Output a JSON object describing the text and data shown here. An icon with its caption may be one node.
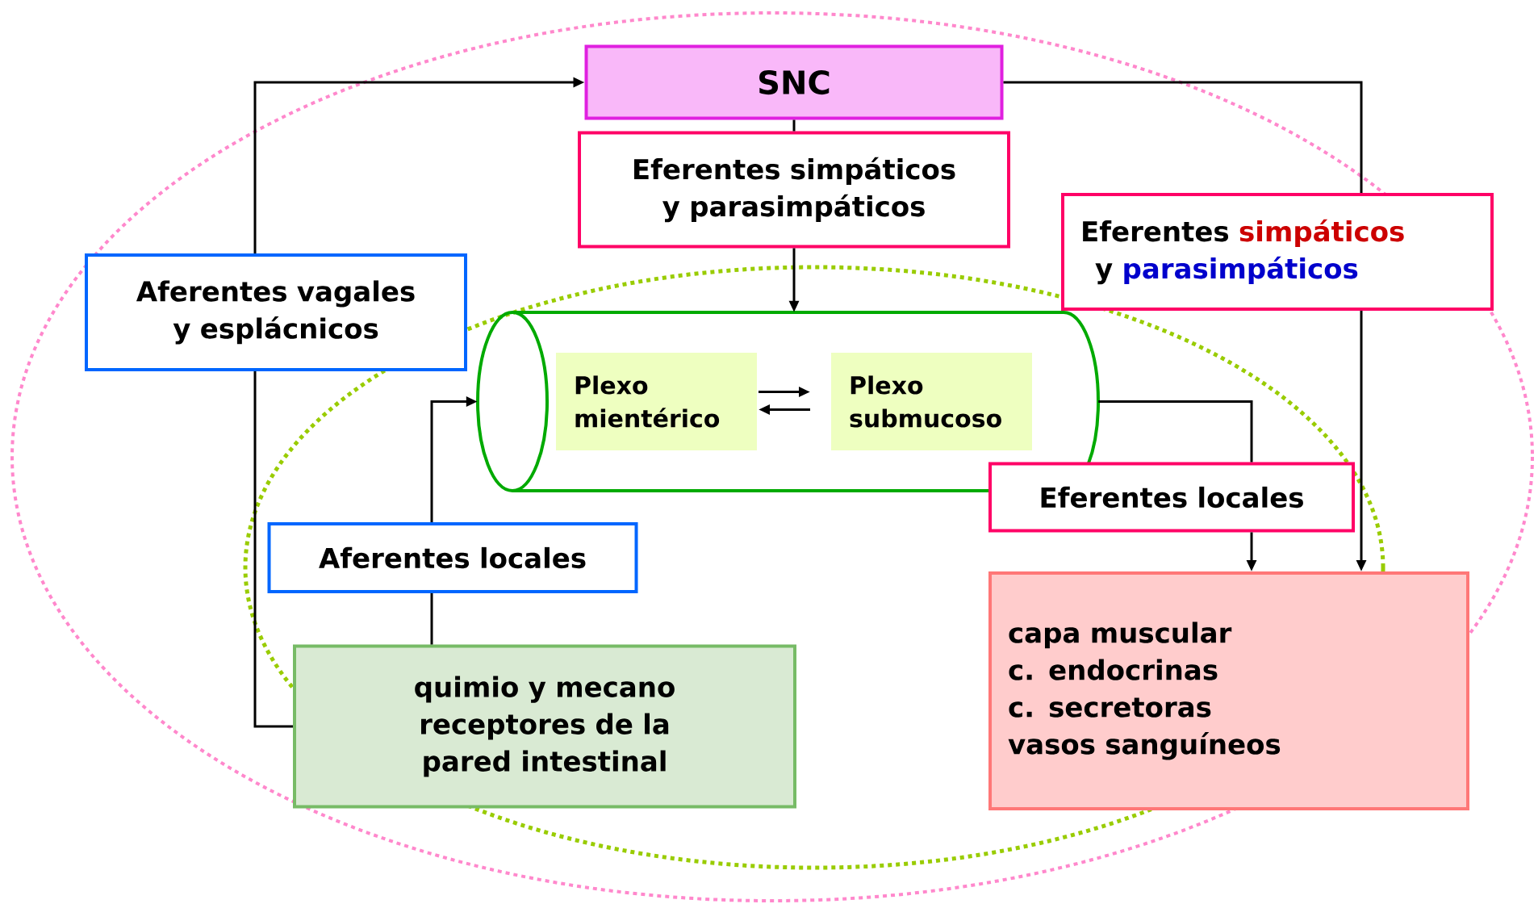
{
  "diagram": {
    "nodes": [
      {
        "text": [
          "SNC"
        ]
      },
      {
        "text": [
          "Eferentes simpáticos y parasimpáticos"
        ]
      },
      {
        "text": [
          "Eferentes",
          "simpáticos",
          "y",
          "parasimpáticos"
        ]
      },
      {
        "text": [
          "Aferentes vagales y esplácnicos"
        ]
      },
      {
        "text": [],
        "shape": "cylinder"
      },
      {
        "text": [
          "Plexo mientérico"
        ],
        "in": 4
      },
      {
        "text": [
          "Plexo submucoso"
        ],
        "in": 4
      },
      {
        "text": [
          "Aferentes locales"
        ]
      },
      {
        "text": [
          "Eferentes locales"
        ]
      },
      {
        "text": [
          "quimio y mecano receptores de la pared intestinal"
        ]
      },
      {
        "text": [
          "capa muscular",
          "c. endocrinas",
          "c. secretoras",
          "vasos sanguíneos"
        ]
      }
    ],
    "edges": [
      {
        "from": 9,
        "to": 3,
        "arrow": "none"
      },
      {
        "from": 3,
        "to": 0,
        "arrow": "to"
      },
      {
        "from": 0,
        "to": 1,
        "arrow": "none"
      },
      {
        "from": 1,
        "to": 4,
        "arrow": "to"
      },
      {
        "from": 0,
        "to": 2,
        "arrow": "none"
      },
      {
        "from": 2,
        "to": 10,
        "arrow": "to"
      },
      {
        "from": 9,
        "to": 7,
        "arrow": "none"
      },
      {
        "from": 7,
        "to": 4,
        "arrow": "to"
      },
      {
        "from": 4,
        "to": 8,
        "arrow": "none"
      },
      {
        "from": 8,
        "to": 10,
        "arrow": "to"
      },
      {
        "from": 5,
        "to": 6,
        "arrow": "to"
      },
      {
        "from": 6,
        "to": 5,
        "arrow": "to"
      }
    ]
  }
}
